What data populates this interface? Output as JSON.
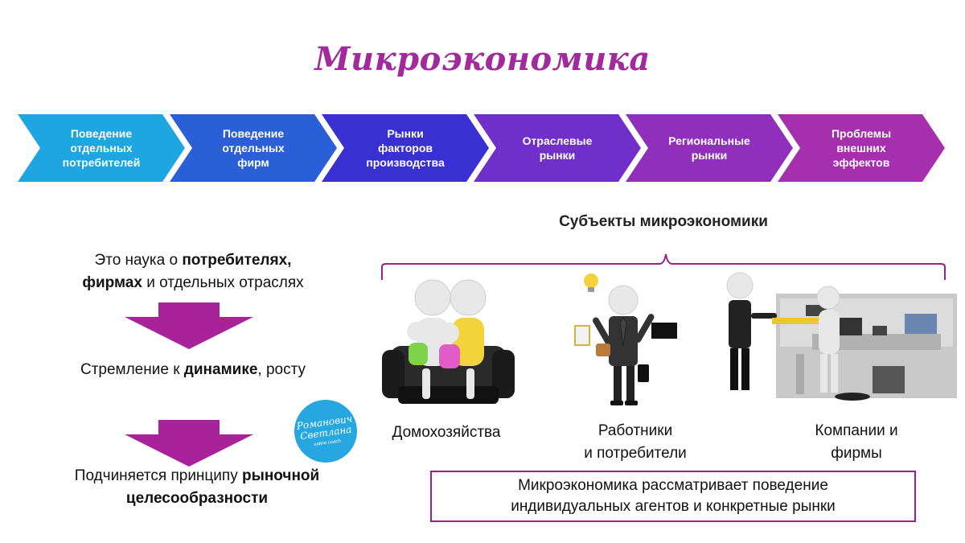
{
  "title": "Микроэкономика",
  "chevrons": [
    {
      "label": "Поведение\nотдельных\nпотребителей",
      "color": "#1ea6e0"
    },
    {
      "label": "Поведение\nотдельных\nфирм",
      "color": "#2a5fd8"
    },
    {
      "label": "Рынки\nфакторов\nпроизводства",
      "color": "#3a2fd0"
    },
    {
      "label": "Отраслевые\nрынки",
      "color": "#6f2fc8"
    },
    {
      "label": "Региональные\nрынки",
      "color": "#8f2fbb"
    },
    {
      "label": "Проблемы\nвнешних\nэффектов",
      "color": "#a62fae"
    }
  ],
  "left": {
    "s1_a": "Это наука о ",
    "s1_b": "потребителях,",
    "s1_c": "фирмах",
    "s1_d": " и отдельных отраслях",
    "s2_a": "Стремление к ",
    "s2_b": "динамике",
    "s2_c": ", росту",
    "s3_a": "Подчиняется принципу ",
    "s3_b": "рыночной",
    "s3_c": "целесообразности"
  },
  "badge": {
    "line1": "Романович\nСветлана",
    "line2": "online coach"
  },
  "subjects": {
    "title": "Субъекты микроэкономики",
    "items": [
      {
        "label": "Домохозяйства"
      },
      {
        "label": "Работники\nи потребители"
      },
      {
        "label": "Компании и\nфирмы"
      }
    ]
  },
  "summary": "Микроэкономика рассматривает поведение\nиндивидуальных агентов и конкретные рынки",
  "colors": {
    "accent": "#9b1f8e",
    "arrow": "#a8239a"
  }
}
